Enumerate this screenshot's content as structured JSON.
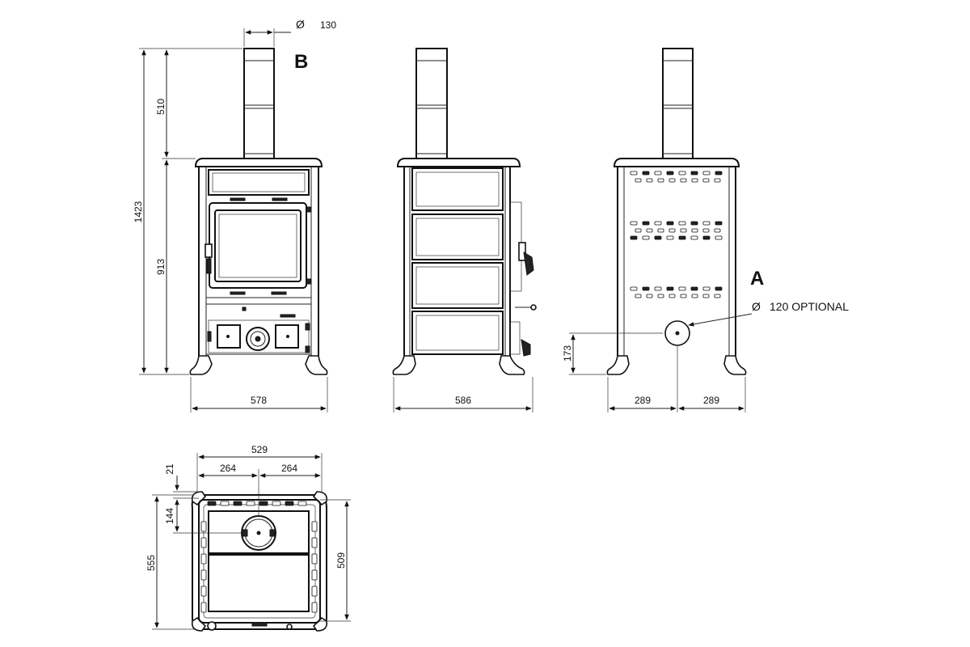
{
  "labels": {
    "flue_marker": "B",
    "rear_outlet_marker": "A",
    "rear_outlet_note": "120 OPTIONAL",
    "flue_diameter": "130",
    "diameter_symbol": "Ø"
  },
  "dimensions": {
    "total_height": "1423",
    "flue_height": "510",
    "body_height": "913",
    "front_width": "578",
    "side_depth": "586",
    "rear_outlet_height": "173",
    "rear_half_left": "289",
    "rear_half_right": "289",
    "top_width": "529",
    "top_half_left": "264",
    "top_half_right": "264",
    "top_edge_offset": "21",
    "top_flue_offset": "144",
    "top_depth_total": "555",
    "top_depth_inner": "509"
  }
}
